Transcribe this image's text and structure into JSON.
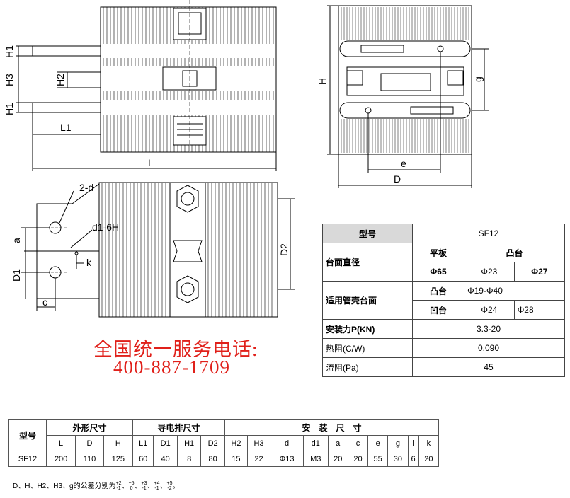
{
  "drawing": {
    "labels_front": {
      "h1_top": "H1",
      "h3": "H3",
      "h2": "H2",
      "h1_bot": "H1",
      "l1": "L1",
      "l": "L"
    },
    "labels_side": {
      "h": "H",
      "g": "g",
      "e": "e",
      "d": "D"
    },
    "labels_plan": {
      "two_d": "2-d",
      "d1_6h": "d1-6H",
      "a": "a",
      "d1": "D1",
      "c": "c",
      "k": "k",
      "d2": "D2"
    }
  },
  "hotline": {
    "line1": "全国统一服务电话:",
    "line2": "400-887-1709"
  },
  "spec_table": {
    "model_label": "型号",
    "model_value": "SF12",
    "table_dia_label": "台面直径",
    "flat": "平板",
    "boss": "凸台",
    "flat_value": "Φ65",
    "boss_v1": "Φ23",
    "boss_v2": "Φ27",
    "case_label": "适用管壳台面",
    "convex": "凸台",
    "convex_value": "Φ19-Φ40",
    "concave": "凹台",
    "concave_v1": "Φ24",
    "concave_v2": "Φ28",
    "force_label": "安装力P(KN)",
    "force_value": "3.3-20",
    "thermal_label": "热阻(C/W)",
    "thermal_value": "0.090",
    "flow_label": "流阻(Pa)",
    "flow_value": "45"
  },
  "bottom_table": {
    "model_label": "型号",
    "group_outline": "外形尺寸",
    "group_busbar": "导电排尺寸",
    "group_install": "安　装　尺　寸",
    "cols": [
      "L",
      "D",
      "H",
      "L1",
      "D1",
      "H1",
      "D2",
      "H2",
      "H3",
      "d",
      "d1",
      "a",
      "c",
      "e",
      "g",
      "i",
      "k"
    ],
    "row": {
      "model": "SF12",
      "values": [
        "200",
        "110",
        "125",
        "60",
        "40",
        "8",
        "80",
        "15",
        "22",
        "Φ13",
        "M3",
        "20",
        "20",
        "55",
        "30",
        "6",
        "20"
      ]
    }
  },
  "note": {
    "prefix": "D、H、H2、H3、g的公差分别为",
    "tolerances": [
      [
        "+2",
        "-1"
      ],
      [
        "+5",
        "0"
      ],
      [
        "+3",
        "-1"
      ],
      [
        "+4",
        "-1"
      ],
      [
        "+5",
        "-2"
      ]
    ],
    "suffix": "。"
  }
}
